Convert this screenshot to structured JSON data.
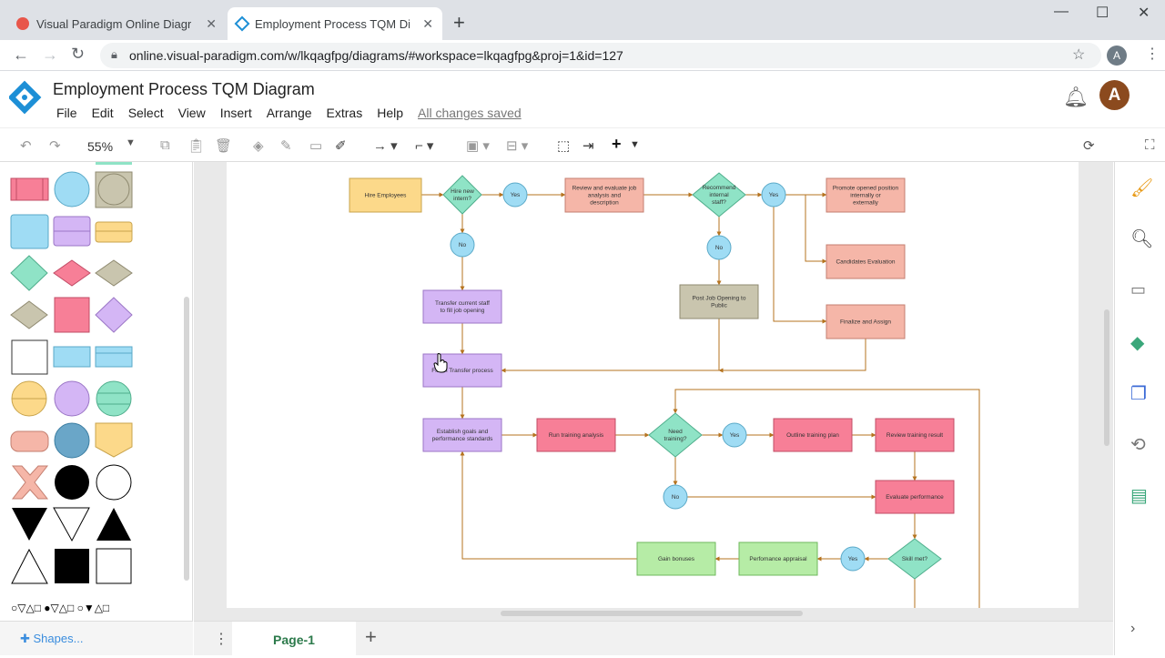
{
  "browser": {
    "tabs": [
      {
        "title": "Visual Paradigm Online Diagrams"
      },
      {
        "title": "Employment Process TQM Diagram"
      }
    ],
    "url": "online.visual-paradigm.com/w/lkqagfpg/diagrams/#workspace=lkqagfpg&proj=1&id=127",
    "profile_initial": "A"
  },
  "app": {
    "title": "Employment Process TQM Diagram",
    "menu": [
      "File",
      "Edit",
      "Select",
      "View",
      "Insert",
      "Arrange",
      "Extras",
      "Help"
    ],
    "save_status": "All changes saved",
    "avatar_initial": "A",
    "zoom": "55%"
  },
  "sidebar": {
    "shapes_link": "Shapes...",
    "glyph_row": "○▽△□ ●▽△□ ○▼△□"
  },
  "pages": {
    "current": "Page-1"
  },
  "diagram": {
    "nodes": {
      "hire": "Hire Employees",
      "hire_internal": "Hire new intern?",
      "yes1": "Yes",
      "review_job": "Review and evaluate job analysis and description",
      "recommend": "Recommend internal staff?",
      "yes2": "Yes",
      "promote": "Promote opened position internally or externally",
      "candidates": "Candidates Evaluation",
      "finalize": "Finalize and Assign",
      "no1": "No",
      "no2": "No",
      "post_job": "Post Job Opening to Public",
      "transfer_staff": "Transfer current staff to fill job opening",
      "transfer_process": "Finish Transfer process",
      "establish": "Establish goals and performance standards",
      "run_training": "Run training analysis",
      "need_training": "Need training?",
      "yes3": "Yes",
      "outline": "Outline training plan",
      "review_result": "Review training result",
      "no3": "No",
      "evaluate": "Evaluate performance",
      "skill": "Skill met?",
      "yes4": "Yes",
      "appraisal": "Perfomance appraisal",
      "bonuses": "Gain bonuses"
    },
    "colors": {
      "yellow": "#fcd98a",
      "green_diamond": "#8fe3c6",
      "circle": "#9fdcf4",
      "salmon": "#f5b6a8",
      "purple": "#d4b6f5",
      "olive": "#c9c5ae",
      "pink": "#f77f97",
      "light_green": "#b6eca6",
      "connector": "#b5731f"
    }
  }
}
